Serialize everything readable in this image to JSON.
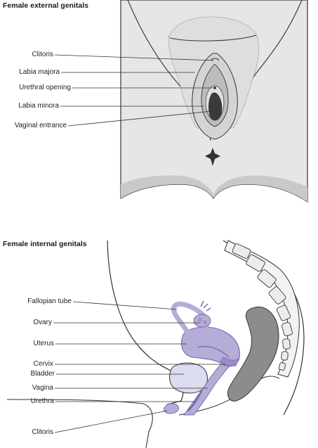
{
  "external": {
    "title": "Female external genitals",
    "labels": [
      "Clitoris",
      "Labia majora",
      "Urethral opening",
      "Labia minora",
      "Vaginal entrance"
    ]
  },
  "internal": {
    "title": "Female internal genitals",
    "labels": [
      "Fallopian tube",
      "Ovary",
      "Uterus",
      "Cervix",
      "Bladder",
      "Vagina",
      "Urethra",
      "Clitoris"
    ]
  },
  "colors": {
    "skin": "#e6e6e6",
    "skin_shadow": "#c9c9c9",
    "inner_tissue": "#d4d4d4",
    "opening": "#3a3a3a",
    "organ_fill": "#b6acd8",
    "organ_stroke": "#7a6aa8",
    "bladder": "#dcdcf0",
    "vertebra": "#ececec",
    "bowel": "#8c8c8c",
    "line": "#333333"
  }
}
